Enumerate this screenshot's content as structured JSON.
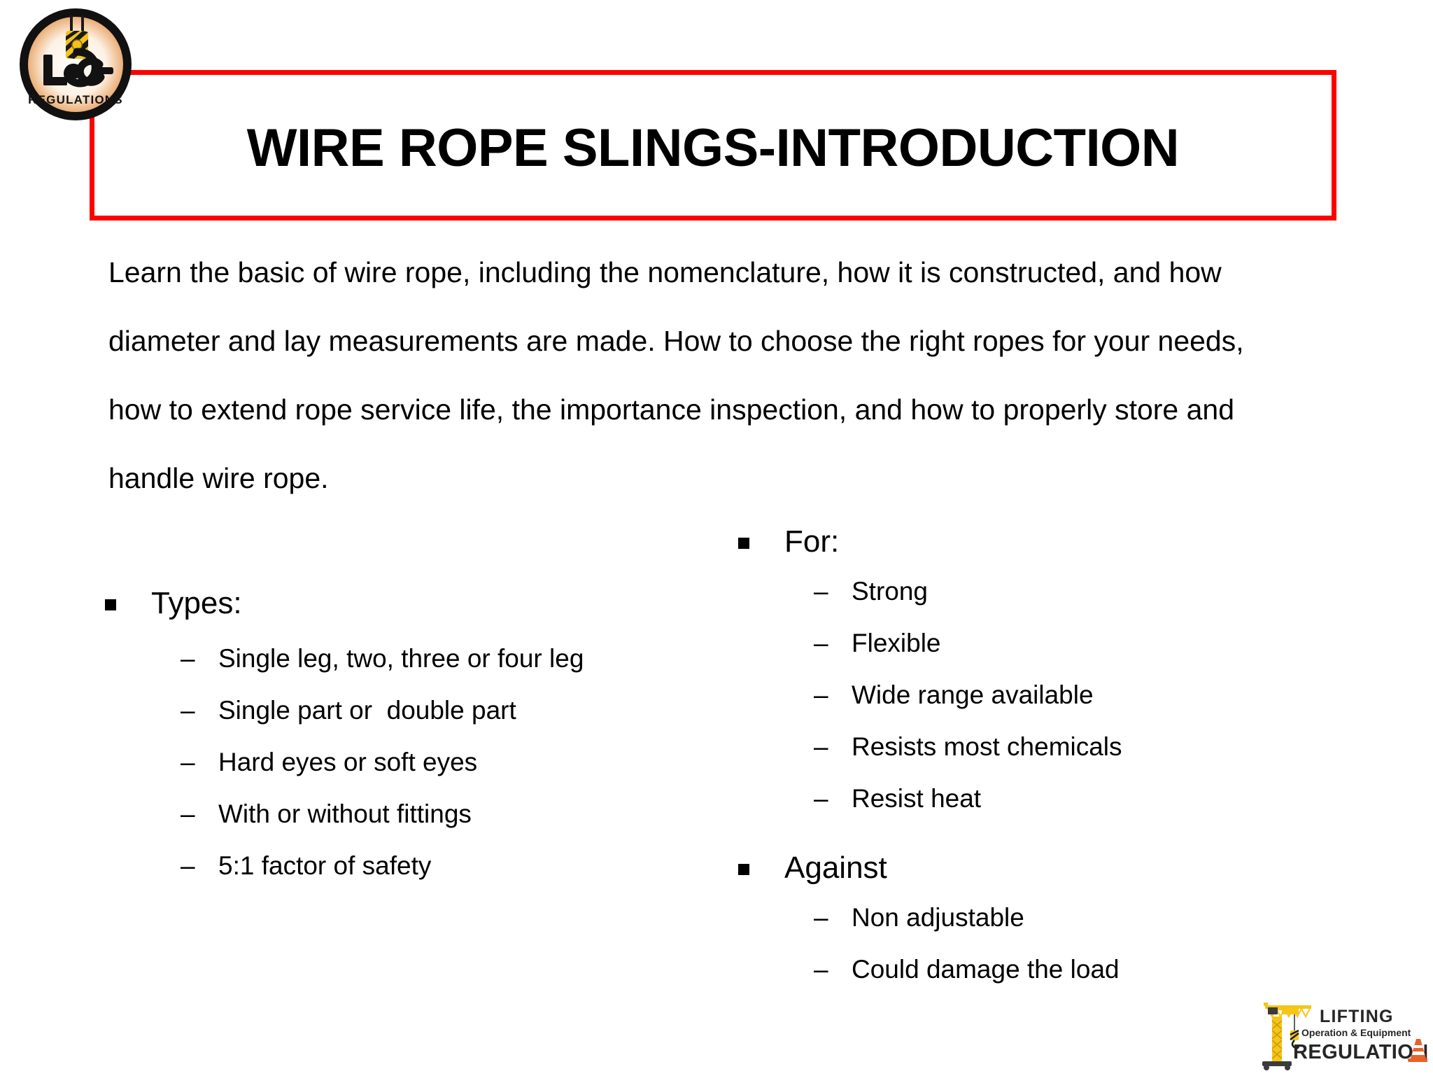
{
  "slide": {
    "title": "WIRE ROPE SLINGS-INTRODUCTION",
    "intro_paragraph": "Learn the basic of wire rope, including the nomenclature, how it is constructed, and how diameter and lay measurements are made. How to choose the right ropes for your needs, how to extend rope service life, the importance inspection, and how to properly store and handle wire rope.",
    "accent_color": "#FF0000",
    "text_color": "#000000",
    "background_color": "#FFFFFF"
  },
  "left_column": {
    "heading": "Types:",
    "items": [
      "Single leg, two, three or four leg",
      "Single part or  double part",
      "Hard eyes or soft eyes",
      "With or without fittings",
      "5:1 factor of safety"
    ]
  },
  "right_column": {
    "for": {
      "heading": "For:",
      "items": [
        "Strong",
        "Flexible",
        "Wide range available",
        "Resists most chemicals",
        "Resist heat"
      ]
    },
    "against": {
      "heading": "Against",
      "items": [
        "Non adjustable",
        "Could damage the load"
      ]
    }
  },
  "bullets": {
    "level1_glyph": "square-bullet",
    "level2_glyph": "–"
  },
  "logos": {
    "top_left": {
      "name": "loe-regulations-logo",
      "primary_text": "LOE",
      "secondary_text": "REGULATIONS",
      "hook_color": "#F2C11B",
      "ring_color": "#111111"
    },
    "bottom_right": {
      "name": "lifting-operation-equipment-regulations-logo",
      "line1": "LIFTING",
      "line2": "Operation & Equipment",
      "line3": "REGULATIONS",
      "crane_color": "#F5C518",
      "cone_color": "#E8612C"
    }
  }
}
